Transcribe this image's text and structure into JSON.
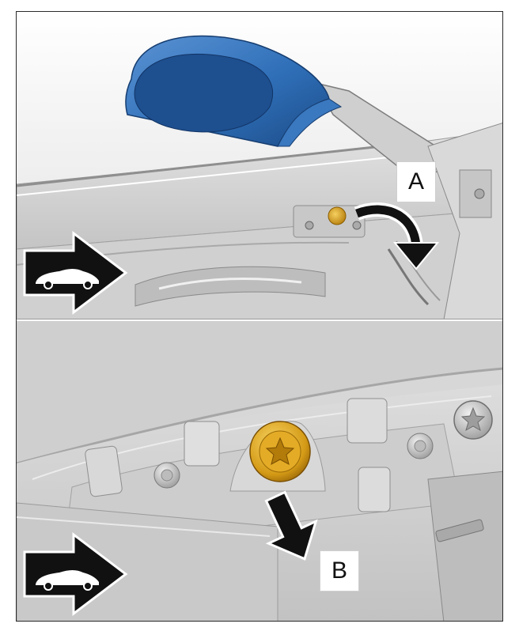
{
  "figure": {
    "panels": [
      {
        "id": "top",
        "callout": "A"
      },
      {
        "id": "bottom",
        "callout": "B"
      }
    ],
    "icons": [
      "driving-direction-arrow-icon",
      "car-silhouette-icon",
      "curved-arrow-icon",
      "straight-arrow-icon",
      "torx-bolt-icon"
    ],
    "colors": {
      "mirror": "#2f6fb8",
      "bolt": "#d49a16",
      "door_trim": "#cfcfcf",
      "arrow": "#111111",
      "frame": "#2a2a2a"
    }
  }
}
